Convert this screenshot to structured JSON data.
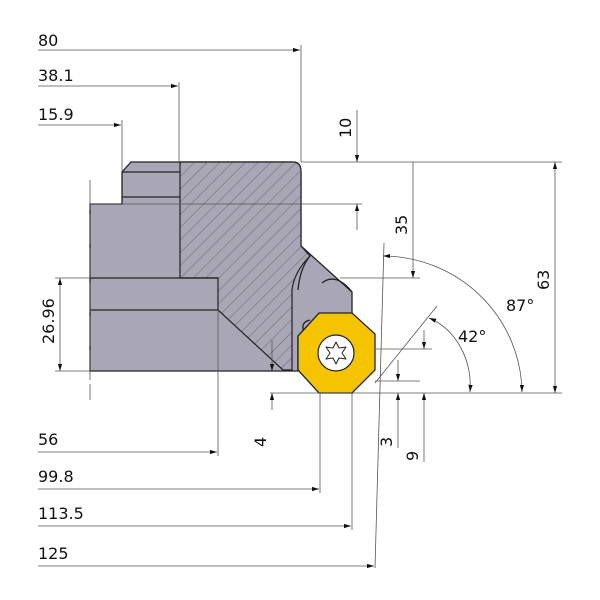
{
  "drawing": {
    "colors": {
      "body": "#a9a7b6",
      "insert": "#f5c400",
      "hatch": "#555555"
    },
    "dimensions": {
      "d80": "80",
      "d38_1": "38.1",
      "d15_9": "15.9",
      "d10": "10",
      "d35": "35",
      "d63": "63",
      "angle87": "87°",
      "angle42": "42°",
      "d26_96": "26.96",
      "d4": "4",
      "d3": "3",
      "d9": "9",
      "d56": "56",
      "d99_8": "99.8",
      "d113_5": "113.5",
      "d125": "125"
    }
  }
}
